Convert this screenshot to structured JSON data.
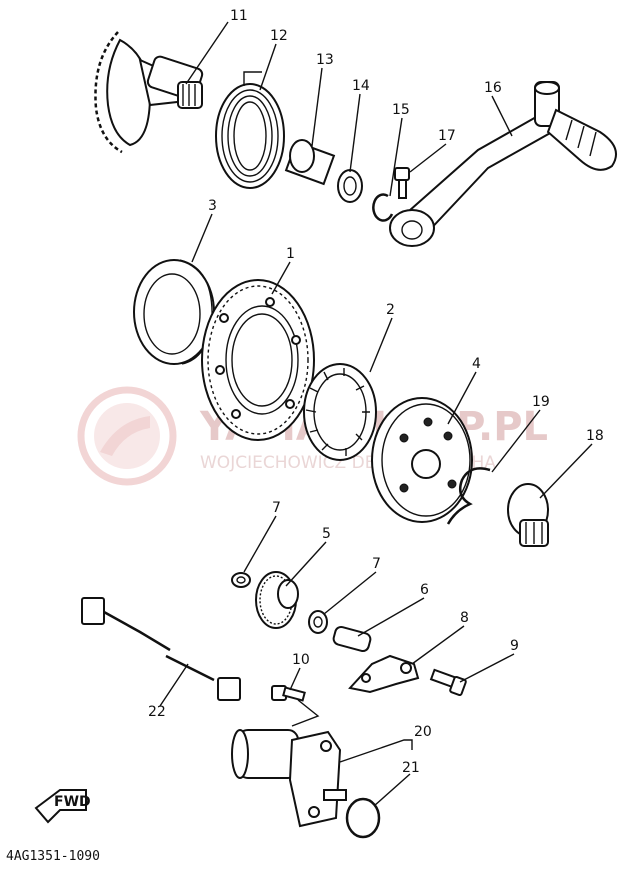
{
  "diagram": {
    "callouts": [
      {
        "id": "11",
        "label": "11"
      },
      {
        "id": "12",
        "label": "12"
      },
      {
        "id": "13",
        "label": "13"
      },
      {
        "id": "14",
        "label": "14"
      },
      {
        "id": "15",
        "label": "15"
      },
      {
        "id": "16",
        "label": "16"
      },
      {
        "id": "17",
        "label": "17"
      },
      {
        "id": "3",
        "label": "3"
      },
      {
        "id": "1",
        "label": "1"
      },
      {
        "id": "2",
        "label": "2"
      },
      {
        "id": "4",
        "label": "4"
      },
      {
        "id": "19",
        "label": "19"
      },
      {
        "id": "18",
        "label": "18"
      },
      {
        "id": "7a",
        "label": "7"
      },
      {
        "id": "5",
        "label": "5"
      },
      {
        "id": "7b",
        "label": "7"
      },
      {
        "id": "6",
        "label": "6"
      },
      {
        "id": "8",
        "label": "8"
      },
      {
        "id": "9",
        "label": "9"
      },
      {
        "id": "10",
        "label": "10"
      },
      {
        "id": "20",
        "label": "20"
      },
      {
        "id": "21",
        "label": "21"
      },
      {
        "id": "22",
        "label": "22"
      }
    ],
    "direction_label": "FWD",
    "drawing_code": "4AG1351-1090"
  },
  "watermark": {
    "line1": "YAMA-SKLEP.PL",
    "line2": "WOJCIECHOWICZ DEALER YAMAHA",
    "color": "#e6c9c9"
  }
}
